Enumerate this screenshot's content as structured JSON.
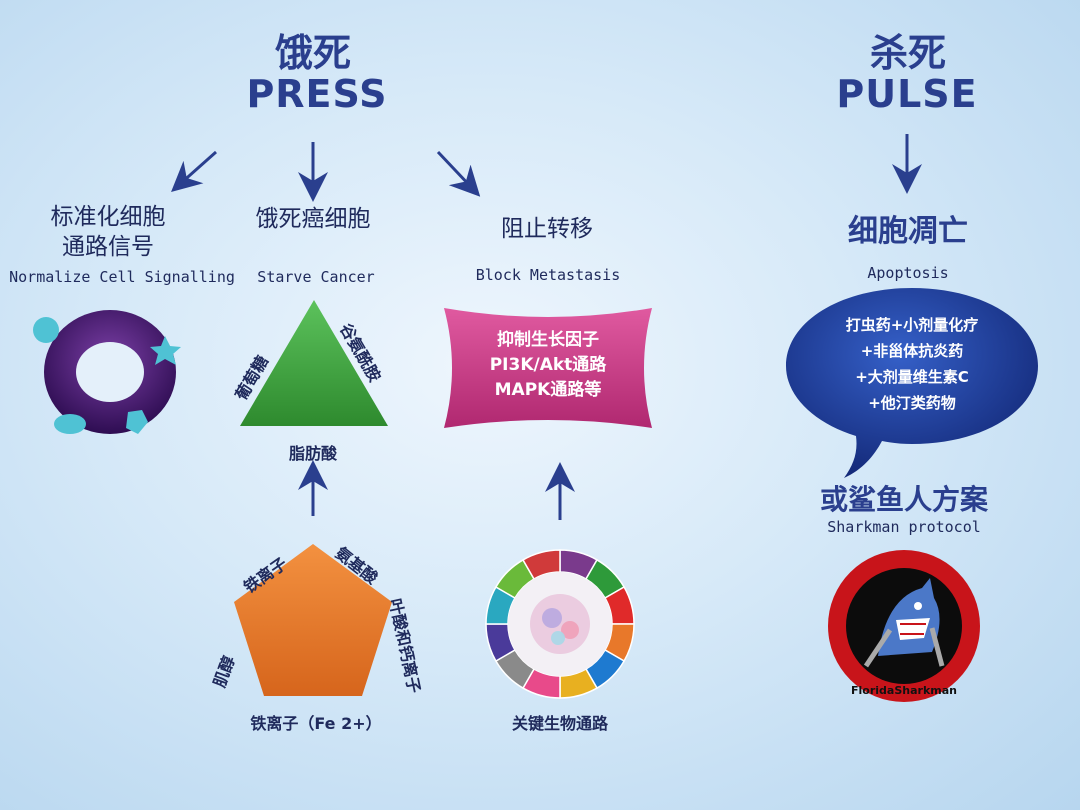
{
  "left_header": {
    "title_cn": "饿死",
    "title_en": "PRESS"
  },
  "right_header": {
    "title_cn": "杀死",
    "title_en": "PULSE"
  },
  "branches": [
    {
      "title_cn_line1": "标准化细胞",
      "title_cn_line2": "通路信号",
      "title_en": "Normalize Cell Signalling"
    },
    {
      "title_cn": "饿死癌细胞",
      "title_en": "Starve Cancer"
    },
    {
      "title_cn": "阻止转移",
      "title_en": "Block Metastasis"
    }
  ],
  "triangle": {
    "left_label": "葡萄糖",
    "right_label": "谷氨酰胺",
    "bottom_label": "脂肪酸",
    "color": "#3a9a3a"
  },
  "banner": {
    "line1": "抑制生长因子",
    "line2": "PI3K/Akt通路",
    "line3": "MAPK通路等",
    "color": "#c8327e"
  },
  "pentagon": {
    "top_left": "铁离子",
    "top_right": "氨基酸",
    "right": "叶酸和钙离子",
    "left": "肌醇",
    "bottom": "铁离子（Fe 2+）",
    "color": "#e8782a"
  },
  "hallmarks": {
    "caption": "关键生物通路"
  },
  "pulse": {
    "title_cn": "细胞凋亡",
    "title_en": "Apoptosis",
    "bubble": [
      "打虫药+小剂量化疗",
      "+非甾体抗炎药",
      "+大剂量维生素C",
      "+他汀类药物"
    ],
    "bubble_color": "#1e3a9a",
    "alt_cn": "或鲨鱼人方案",
    "alt_en": "Sharkman protocol",
    "logo_ring_text": "FloridaSharkman"
  }
}
